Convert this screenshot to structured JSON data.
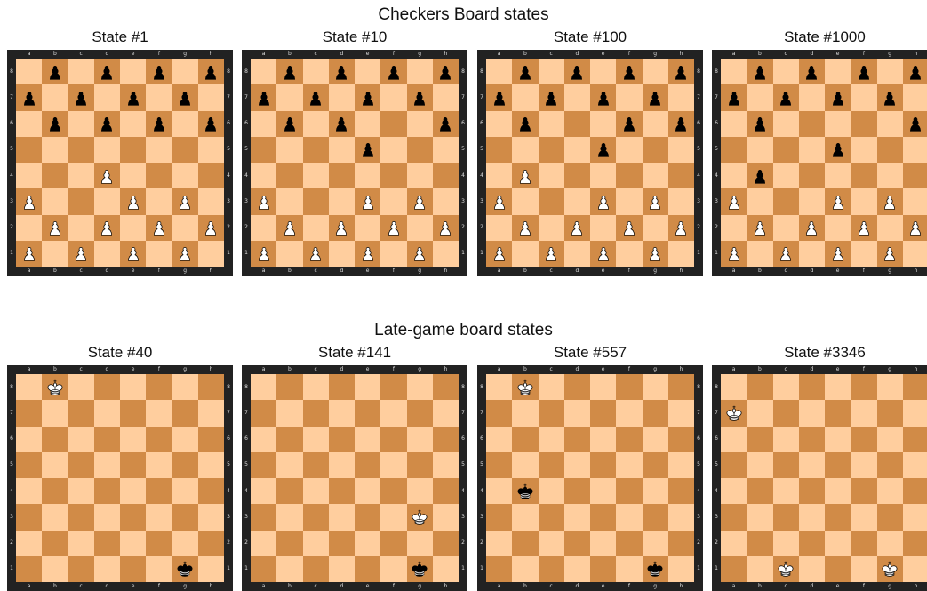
{
  "sections": [
    {
      "title": "Checkers Board states",
      "boards": [
        {
          "title": "State #1",
          "pieces": [
            {
              "sq": "b8",
              "p": "bp"
            },
            {
              "sq": "d8",
              "p": "bp"
            },
            {
              "sq": "f8",
              "p": "bp"
            },
            {
              "sq": "h8",
              "p": "bp"
            },
            {
              "sq": "a7",
              "p": "bp"
            },
            {
              "sq": "c7",
              "p": "bp"
            },
            {
              "sq": "e7",
              "p": "bp"
            },
            {
              "sq": "g7",
              "p": "bp"
            },
            {
              "sq": "b6",
              "p": "bp"
            },
            {
              "sq": "d6",
              "p": "bp"
            },
            {
              "sq": "f6",
              "p": "bp"
            },
            {
              "sq": "h6",
              "p": "bp"
            },
            {
              "sq": "d4",
              "p": "wp"
            },
            {
              "sq": "a3",
              "p": "wp"
            },
            {
              "sq": "e3",
              "p": "wp"
            },
            {
              "sq": "g3",
              "p": "wp"
            },
            {
              "sq": "b2",
              "p": "wp"
            },
            {
              "sq": "d2",
              "p": "wp"
            },
            {
              "sq": "f2",
              "p": "wp"
            },
            {
              "sq": "h2",
              "p": "wp"
            },
            {
              "sq": "a1",
              "p": "wp"
            },
            {
              "sq": "c1",
              "p": "wp"
            },
            {
              "sq": "e1",
              "p": "wp"
            },
            {
              "sq": "g1",
              "p": "wp"
            }
          ]
        },
        {
          "title": "State #10",
          "pieces": [
            {
              "sq": "b8",
              "p": "bp"
            },
            {
              "sq": "d8",
              "p": "bp"
            },
            {
              "sq": "f8",
              "p": "bp"
            },
            {
              "sq": "h8",
              "p": "bp"
            },
            {
              "sq": "a7",
              "p": "bp"
            },
            {
              "sq": "c7",
              "p": "bp"
            },
            {
              "sq": "e7",
              "p": "bp"
            },
            {
              "sq": "g7",
              "p": "bp"
            },
            {
              "sq": "b6",
              "p": "bp"
            },
            {
              "sq": "d6",
              "p": "bp"
            },
            {
              "sq": "h6",
              "p": "bp"
            },
            {
              "sq": "e5",
              "p": "bp"
            },
            {
              "sq": "a3",
              "p": "wp"
            },
            {
              "sq": "e3",
              "p": "wp"
            },
            {
              "sq": "g3",
              "p": "wp"
            },
            {
              "sq": "b2",
              "p": "wp"
            },
            {
              "sq": "d2",
              "p": "wp"
            },
            {
              "sq": "f2",
              "p": "wp"
            },
            {
              "sq": "h2",
              "p": "wp"
            },
            {
              "sq": "a1",
              "p": "wp"
            },
            {
              "sq": "c1",
              "p": "wp"
            },
            {
              "sq": "e1",
              "p": "wp"
            },
            {
              "sq": "g1",
              "p": "wp"
            }
          ]
        },
        {
          "title": "State #100",
          "pieces": [
            {
              "sq": "b8",
              "p": "bp"
            },
            {
              "sq": "d8",
              "p": "bp"
            },
            {
              "sq": "f8",
              "p": "bp"
            },
            {
              "sq": "h8",
              "p": "bp"
            },
            {
              "sq": "a7",
              "p": "bp"
            },
            {
              "sq": "c7",
              "p": "bp"
            },
            {
              "sq": "e7",
              "p": "bp"
            },
            {
              "sq": "g7",
              "p": "bp"
            },
            {
              "sq": "b6",
              "p": "bp"
            },
            {
              "sq": "f6",
              "p": "bp"
            },
            {
              "sq": "h6",
              "p": "bp"
            },
            {
              "sq": "e5",
              "p": "bp"
            },
            {
              "sq": "b4",
              "p": "wp"
            },
            {
              "sq": "a3",
              "p": "wp"
            },
            {
              "sq": "e3",
              "p": "wp"
            },
            {
              "sq": "g3",
              "p": "wp"
            },
            {
              "sq": "b2",
              "p": "wp"
            },
            {
              "sq": "d2",
              "p": "wp"
            },
            {
              "sq": "f2",
              "p": "wp"
            },
            {
              "sq": "h2",
              "p": "wp"
            },
            {
              "sq": "a1",
              "p": "wp"
            },
            {
              "sq": "c1",
              "p": "wp"
            },
            {
              "sq": "e1",
              "p": "wp"
            },
            {
              "sq": "g1",
              "p": "wp"
            }
          ]
        },
        {
          "title": "State #1000",
          "pieces": [
            {
              "sq": "b8",
              "p": "bp"
            },
            {
              "sq": "d8",
              "p": "bp"
            },
            {
              "sq": "f8",
              "p": "bp"
            },
            {
              "sq": "h8",
              "p": "bp"
            },
            {
              "sq": "a7",
              "p": "bp"
            },
            {
              "sq": "c7",
              "p": "bp"
            },
            {
              "sq": "e7",
              "p": "bp"
            },
            {
              "sq": "g7",
              "p": "bp"
            },
            {
              "sq": "b6",
              "p": "bp"
            },
            {
              "sq": "h6",
              "p": "bp"
            },
            {
              "sq": "e5",
              "p": "bp"
            },
            {
              "sq": "b4",
              "p": "bp"
            },
            {
              "sq": "a3",
              "p": "wp"
            },
            {
              "sq": "e3",
              "p": "wp"
            },
            {
              "sq": "g3",
              "p": "wp"
            },
            {
              "sq": "b2",
              "p": "wp"
            },
            {
              "sq": "d2",
              "p": "wp"
            },
            {
              "sq": "f2",
              "p": "wp"
            },
            {
              "sq": "h2",
              "p": "wp"
            },
            {
              "sq": "a1",
              "p": "wp"
            },
            {
              "sq": "c1",
              "p": "wp"
            },
            {
              "sq": "e1",
              "p": "wp"
            },
            {
              "sq": "g1",
              "p": "wp"
            }
          ]
        }
      ]
    },
    {
      "title": "Late-game board states",
      "boards": [
        {
          "title": "State #40",
          "pieces": [
            {
              "sq": "b8",
              "p": "wk"
            },
            {
              "sq": "g1",
              "p": "bk"
            }
          ]
        },
        {
          "title": "State #141",
          "pieces": [
            {
              "sq": "g3",
              "p": "wk"
            },
            {
              "sq": "g1",
              "p": "bk"
            }
          ]
        },
        {
          "title": "State #557",
          "pieces": [
            {
              "sq": "b8",
              "p": "wk"
            },
            {
              "sq": "b4",
              "p": "bk"
            },
            {
              "sq": "g1",
              "p": "bk"
            }
          ]
        },
        {
          "title": "State #3346",
          "pieces": [
            {
              "sq": "a7",
              "p": "wk"
            },
            {
              "sq": "c1",
              "p": "wk"
            },
            {
              "sq": "g1",
              "p": "wk"
            }
          ]
        }
      ]
    }
  ],
  "files": [
    "a",
    "b",
    "c",
    "d",
    "e",
    "f",
    "g",
    "h"
  ],
  "ranks": [
    "8",
    "7",
    "6",
    "5",
    "4",
    "3",
    "2",
    "1"
  ],
  "colors": {
    "light_square": "#FFCE9E",
    "dark_square": "#D18B47",
    "frame": "#222222"
  },
  "piece_icons": {
    "wp": "white-pawn-icon",
    "bp": "black-pawn-icon",
    "wk": "white-king-icon",
    "bk": "black-king-icon"
  }
}
